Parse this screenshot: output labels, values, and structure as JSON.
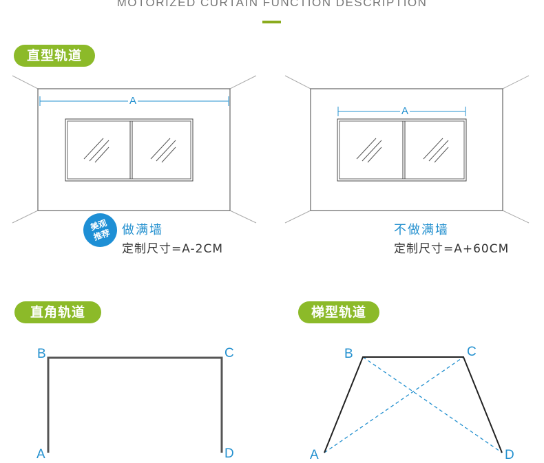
{
  "header": {
    "title": "MOTORIZED CURTAIN FUNCTION DESCRIPTION"
  },
  "colors": {
    "green": "#8cba29",
    "blue": "#2390cf",
    "line": "#333333"
  },
  "sections": {
    "straight": {
      "tag": "直型轨道",
      "left": {
        "dimension_label": "A",
        "badge": [
          "美观",
          "推荐"
        ],
        "caption_title": "做满墙",
        "caption_size": "定制尺寸=A-2CM"
      },
      "right": {
        "dimension_label": "A",
        "caption_title": "不做满墙",
        "caption_size": "定制尺寸=A+60CM"
      }
    },
    "right_angle": {
      "tag": "直角轨道",
      "points": {
        "a": "A",
        "b": "B",
        "c": "C",
        "d": "D"
      }
    },
    "trapezoid": {
      "tag": "梯型轨道",
      "points": {
        "a": "A",
        "b": "B",
        "c": "C",
        "d": "D"
      }
    }
  }
}
